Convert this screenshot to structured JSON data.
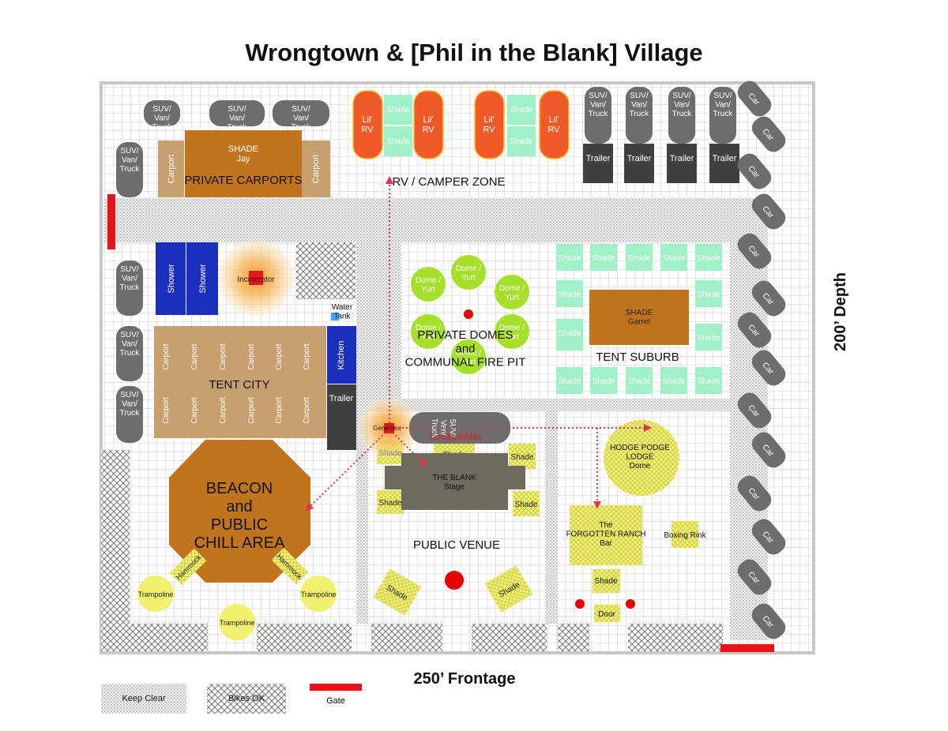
{
  "title": "Wrongtown & [Phil in the Blank] Village",
  "dimensions": {
    "depth": "200’ Depth",
    "frontage": "250’ Frontage"
  },
  "legend": {
    "keep_clear": "Keep Clear",
    "bikes_ok": "Bikes OK",
    "gate": "Gate"
  },
  "colors": {
    "grid": "#d8d8d8",
    "vehicle": "#6d6d6d",
    "rv": "#f05a28",
    "shade_teal": "#a0f0c8",
    "shade_yellow": "#f2f06e",
    "shade_brown": "#c0741e",
    "carport_tan": "#c8a070",
    "blue": "#1b2fbd",
    "dark": "#3f4141",
    "stage": "#6f6a5e",
    "dome": "#a6e02a",
    "gate": "#e8141a",
    "fire": "#e60000"
  },
  "suv_label": "SUV/\nVan/\nTruck",
  "car_label": "Car",
  "trailer_label": "Trailer",
  "lil_rv_label": "Lil'\nRV",
  "shade_label": "Shade",
  "carport_label": "Carport",
  "shower_label": "Shower",
  "dome_yurt_label": "Dome /\nYurt",
  "zones": {
    "private_carports": "PRIVATE CARPORTS",
    "shade_jay": "SHADE\nJay",
    "rv_camper": "RV / CAMPER ZONE",
    "private_domes": "PRIVATE DOMES\nand\nCOMMUNAL FIRE PIT",
    "tent_suburb": "TENT SUBURB",
    "shade_garret": "SHADE\nGarret",
    "tent_city": "TENT CITY",
    "incinerator": "Incinerator",
    "water_tank": "Water\nTank",
    "kitchen": "Kitchen",
    "generator": "Generator",
    "combustibles": "Combustibles",
    "suv_van_truck_side": "SUV/\nVan/\nTruck",
    "beacon": "BEACON\nand\nPUBLIC\nCHILL AREA",
    "hammock": "Hammock",
    "trampoline": "Trampoline",
    "stage": "THE BLANK\nStage",
    "public_venue": "PUBLIC VENUE",
    "hodge_podge": "HODGE PODGE\nLODGE\nDome",
    "ranch": "The\nFORGOTTEN RANCH\nBar",
    "boxing": "Boxing Rink",
    "door": "Door"
  }
}
